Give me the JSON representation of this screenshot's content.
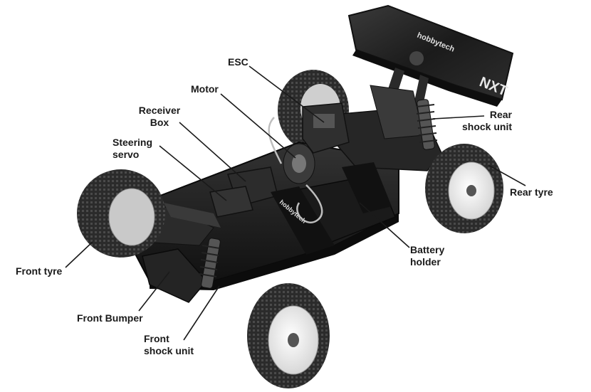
{
  "labels": {
    "esc": "ESC",
    "motor": "Motor",
    "receiver_box": [
      "Receiver",
      "Box"
    ],
    "steering_servo": [
      "Steering",
      "servo"
    ],
    "rear_shock_unit": [
      "Rear",
      "shock unit"
    ],
    "rear_tyre": "Rear tyre",
    "battery_holder": [
      "Battery",
      "holder"
    ],
    "front_tyre": "Front tyre",
    "front_bumper": "Front Bumper",
    "front_shock_unit": [
      "Front",
      "shock unit"
    ]
  },
  "wing_text": "hobbytech",
  "strap_text": "hobbytech",
  "nxt_text": "NXT",
  "colors": {
    "label_text": "#1a1a1a",
    "leader_line": "#1a1a1a",
    "chassis": "#1c1c1c",
    "tyre": "#2a2a2a",
    "rim": "#f2f2f2"
  }
}
